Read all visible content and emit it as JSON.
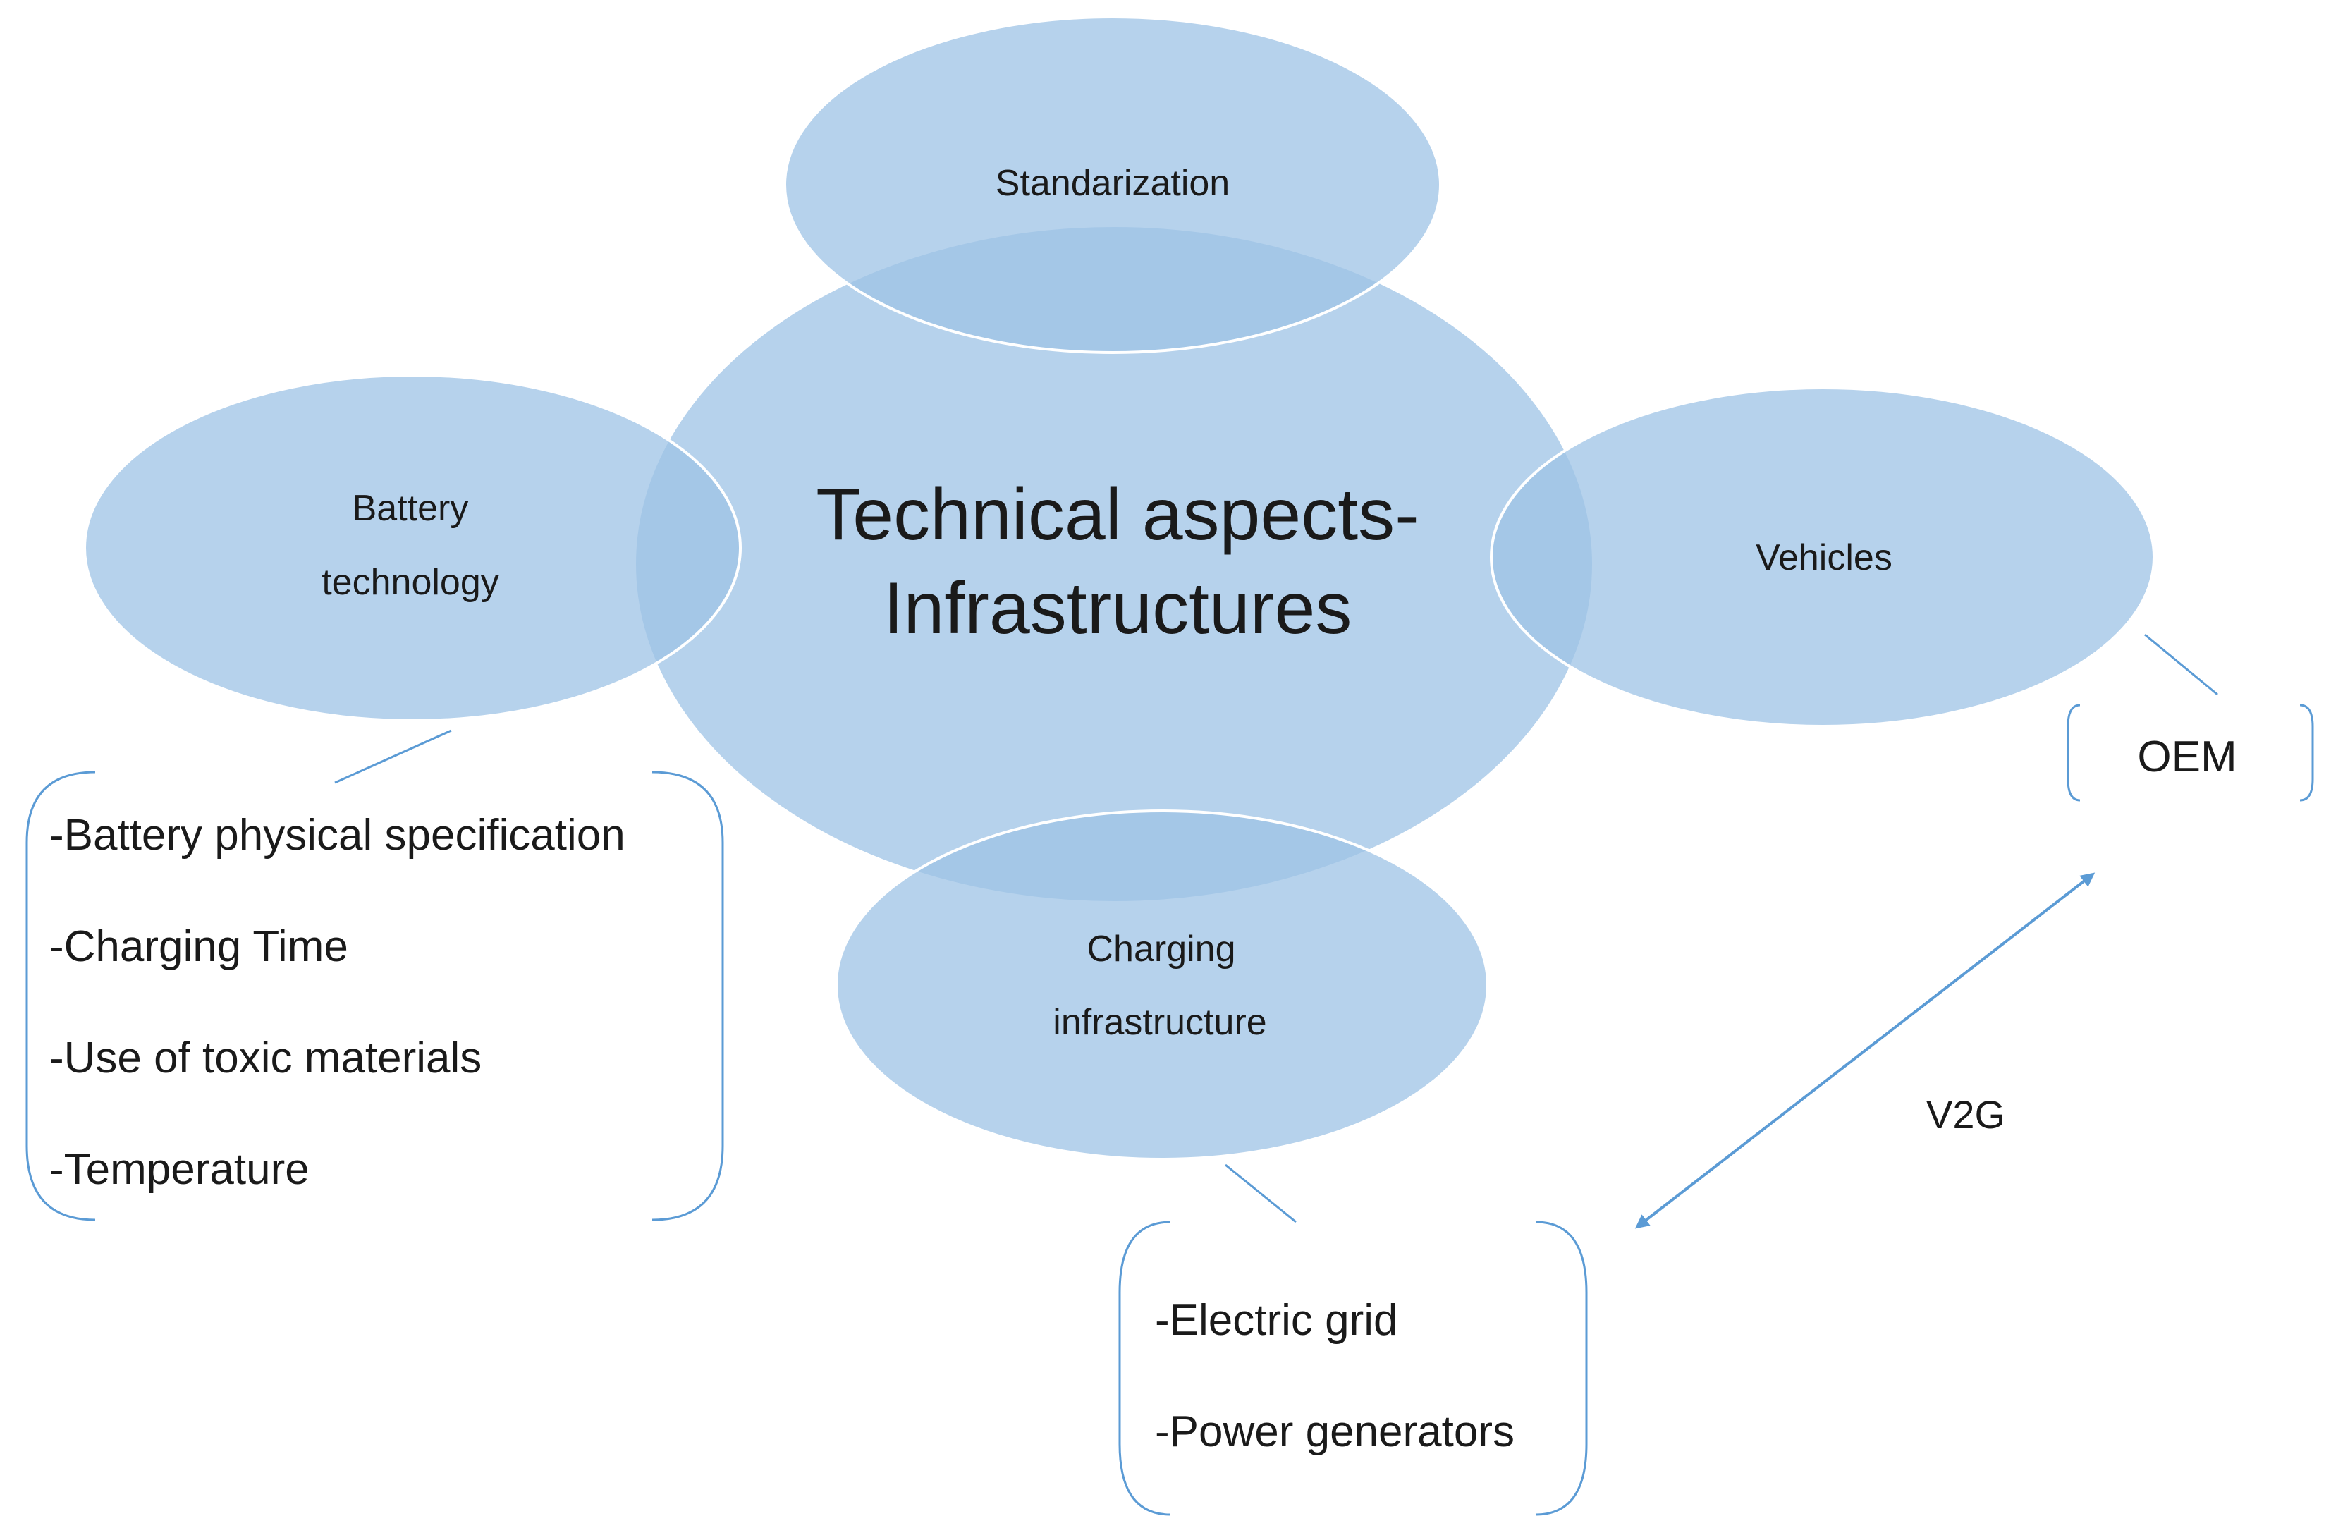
{
  "diagram": {
    "center": {
      "line1": "Technical aspects-",
      "line2": "Infrastructures"
    },
    "standardization": {
      "label": "Standarization"
    },
    "battery": {
      "line1": "Battery",
      "line2": "technology"
    },
    "vehicles": {
      "label": "Vehicles"
    },
    "charging": {
      "line1": "Charging",
      "line2": "infrastructure"
    },
    "battery_list": [
      "-Battery physical specification",
      "-Charging Time",
      "-Use of toxic materials",
      "-Temperature"
    ],
    "grid_list": [
      "-Electric grid",
      "-Power generators"
    ],
    "oem": {
      "label": "OEM"
    },
    "v2g": {
      "label": "V2G"
    },
    "colors": {
      "ellipse_fill": "#9dc3e6",
      "overlap_fill": "#7aabdb",
      "ellipse_stroke": "#ffffff",
      "bracket_stroke": "#5b9bd5",
      "arrow": "#5b9bd5",
      "text": "#1a1a1a"
    }
  }
}
